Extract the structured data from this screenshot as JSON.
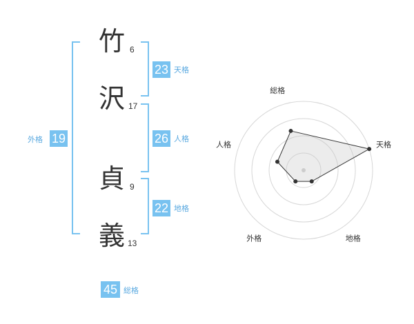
{
  "characters": [
    {
      "char": "竹",
      "strokes": "6"
    },
    {
      "char": "沢",
      "strokes": "17"
    },
    {
      "char": "貞",
      "strokes": "9"
    },
    {
      "char": "義",
      "strokes": "13"
    }
  ],
  "fortunes": {
    "tenkaku": {
      "label": "天格",
      "value": "23"
    },
    "jinkaku": {
      "label": "人格",
      "value": "26"
    },
    "chikaku": {
      "label": "地格",
      "value": "22"
    },
    "gaikaku": {
      "label": "外格",
      "value": "19"
    },
    "soukaku": {
      "label": "総格",
      "value": "45"
    }
  },
  "colors": {
    "accent": "#78c2f0",
    "accent_text": "#5aa9e0"
  },
  "chart_data": {
    "type": "radar",
    "axes": [
      "総格",
      "天格",
      "地格",
      "外格",
      "人格"
    ],
    "values": [
      3,
      5,
      1,
      1,
      2
    ],
    "rings": 4,
    "max": 5
  }
}
